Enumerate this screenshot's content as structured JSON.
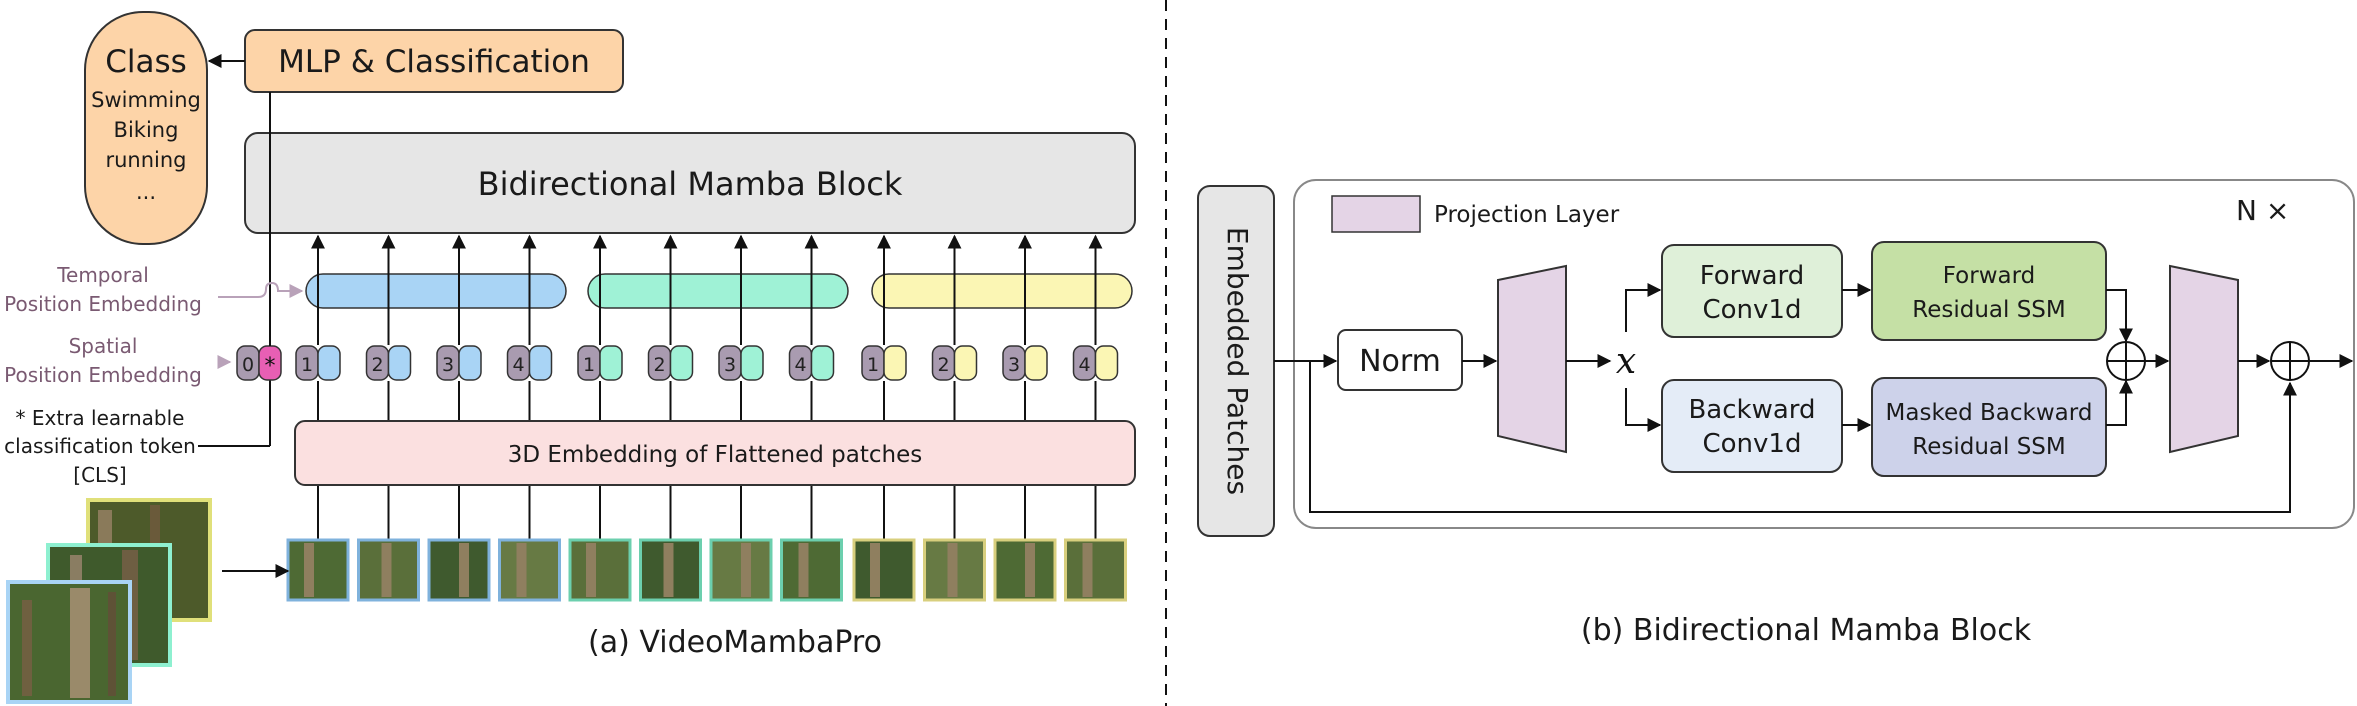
{
  "panel_a": {
    "caption": "(a)  VideoMambaPro",
    "class_box": {
      "title": "Class",
      "items": [
        "Swimming",
        "Biking",
        "running",
        "..."
      ]
    },
    "mlp_label": "MLP & Classification",
    "mamba_block_label": "Bidirectional Mamba Block",
    "temporal_label": [
      "Temporal",
      "Position Embedding"
    ],
    "spatial_label": [
      "Spatial",
      "Position Embedding"
    ],
    "cls_note": [
      "* Extra learnable",
      "classification token",
      "[CLS]"
    ],
    "embedding_label": "3D Embedding of Flattened patches",
    "cls_tokens": [
      "0",
      "*"
    ],
    "groups": [
      {
        "color": "#a9d4f5",
        "border": "#7fb2dc",
        "token_numbers": [
          "1",
          "2",
          "3",
          "4"
        ]
      },
      {
        "color": "#9ff2d6",
        "border": "#6ccfae",
        "token_numbers": [
          "1",
          "2",
          "3",
          "4"
        ]
      },
      {
        "color": "#fbf6b4",
        "border": "#d8cf7e",
        "token_numbers": [
          "1",
          "2",
          "3",
          "4"
        ]
      }
    ],
    "colors": {
      "position_token": "#a99bb0",
      "cls_token": "#e85fb4",
      "class_box": "#fdd4a8",
      "mlp": "#fdd4a8",
      "mamba": "#e6e6e6",
      "embedding": "#fbe0e0"
    }
  },
  "panel_b": {
    "caption": "(b) Bidirectional Mamba Block",
    "embedded_patches_label": "Embedded Patches",
    "legend_label": "Projection Layer",
    "repeat_label": "N ×",
    "norm_label": "Norm",
    "x_symbol": "x",
    "forward_conv": [
      "Forward",
      "Conv1d"
    ],
    "forward_ssm": [
      "Forward",
      "Residual SSM"
    ],
    "backward_conv": [
      "Backward",
      "Conv1d"
    ],
    "backward_ssm": [
      "Masked Backward",
      "Residual SSM"
    ],
    "colors": {
      "projection": "#e4d4e6",
      "forward_conv": "#dff0d9",
      "forward_ssm": "#c5e0a5",
      "backward_conv": "#e4ecf7",
      "backward_ssm": "#cdd2ea",
      "embedded": "#e6e6e6"
    }
  }
}
